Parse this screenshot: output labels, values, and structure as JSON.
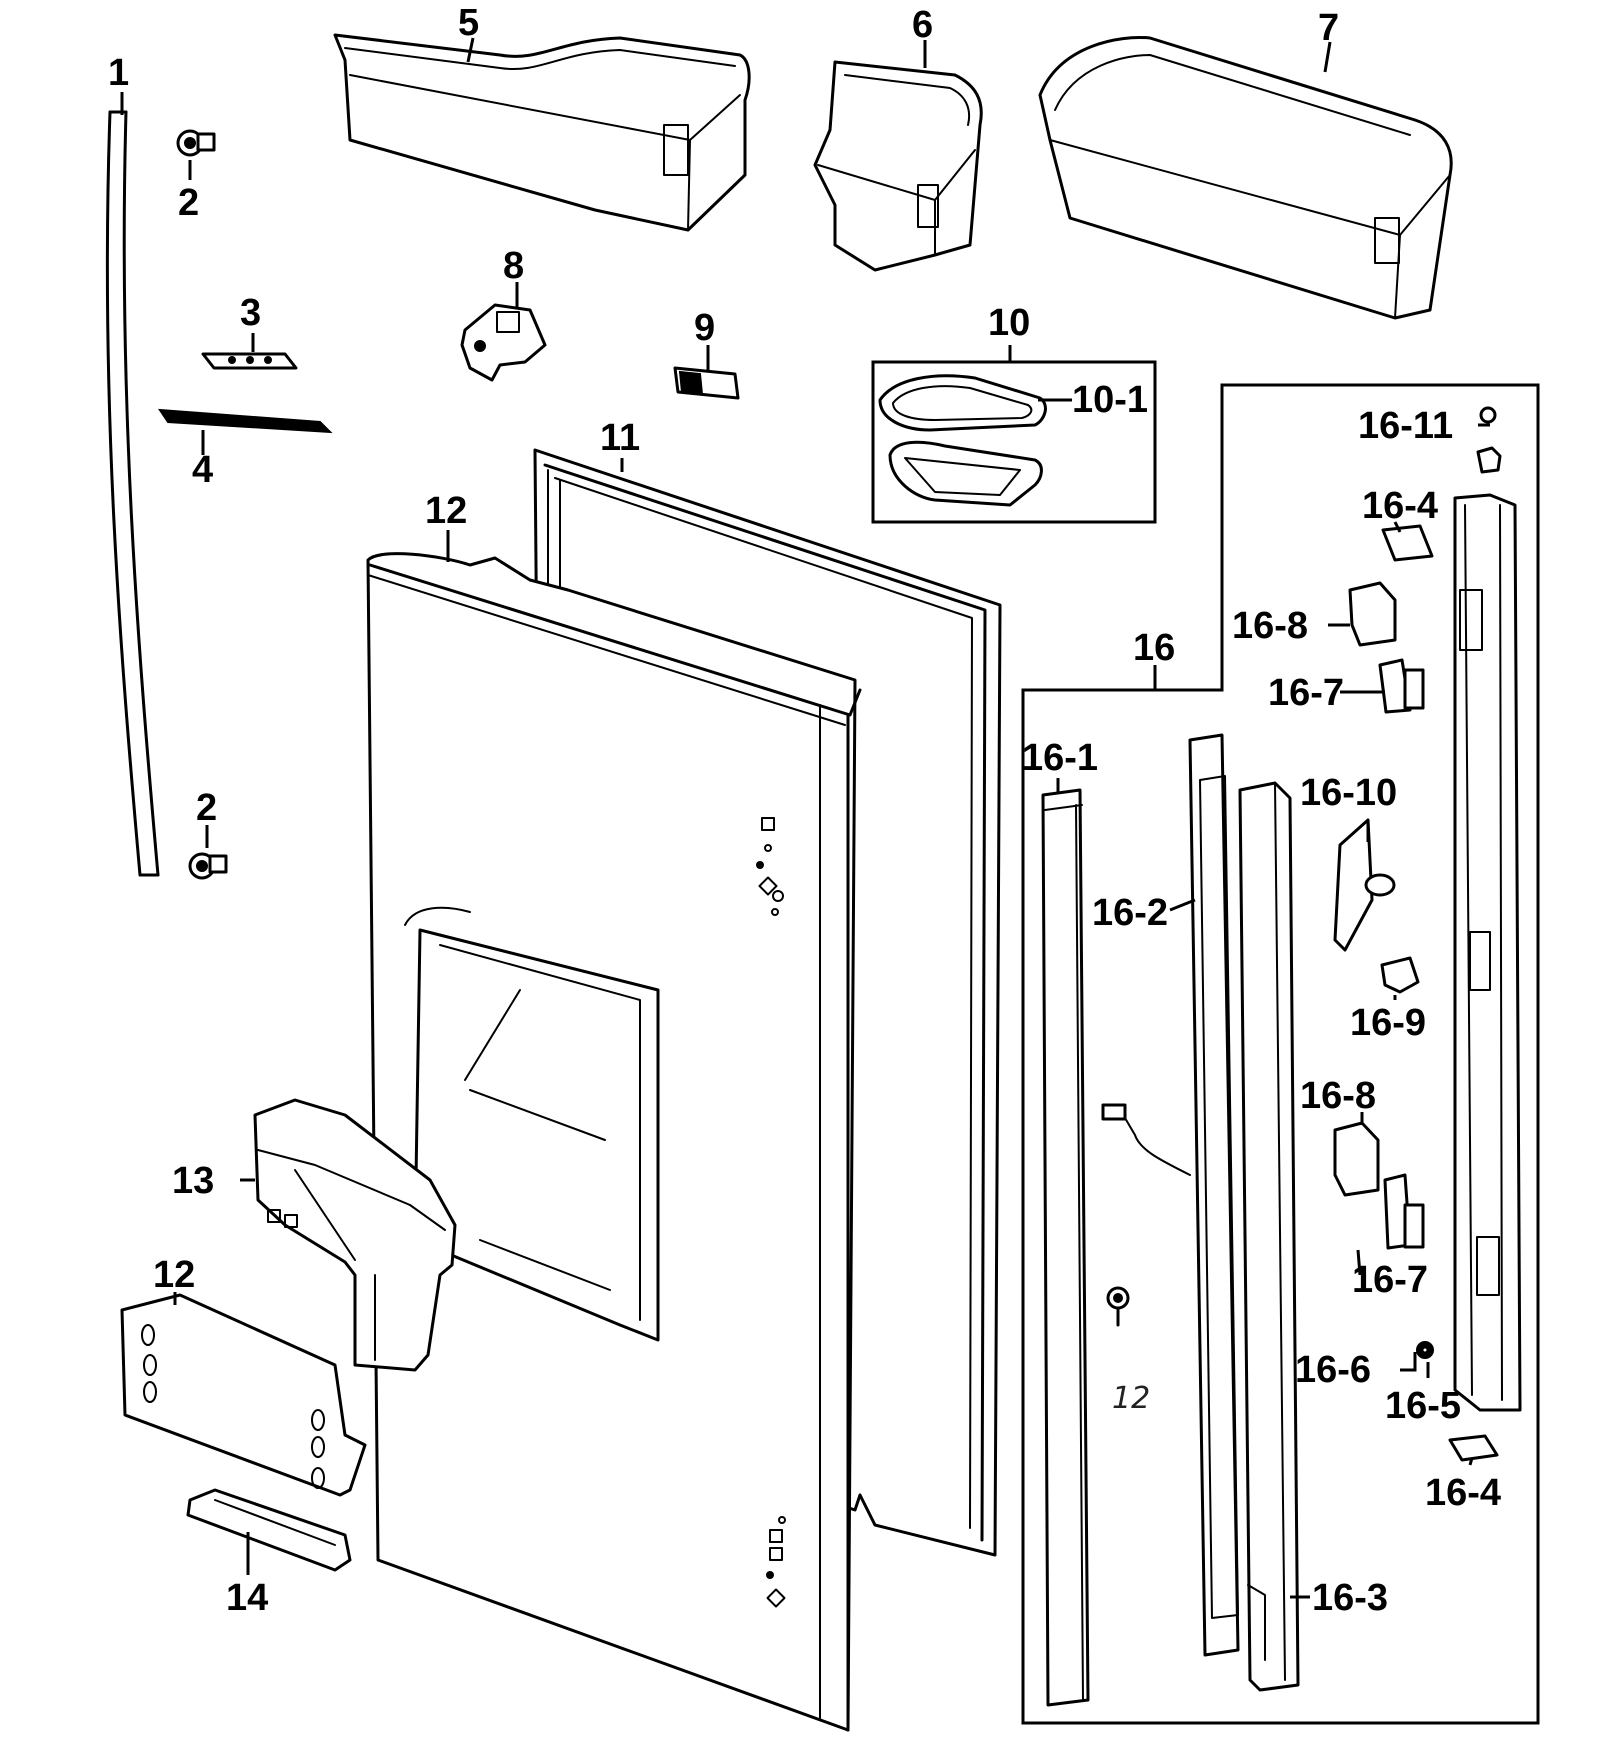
{
  "labels": [
    {
      "id": "1",
      "text": "1"
    },
    {
      "id": "2a",
      "text": "2"
    },
    {
      "id": "2b",
      "text": "2"
    },
    {
      "id": "3",
      "text": "3"
    },
    {
      "id": "4",
      "text": "4"
    },
    {
      "id": "5",
      "text": "5"
    },
    {
      "id": "6",
      "text": "6"
    },
    {
      "id": "7",
      "text": "7"
    },
    {
      "id": "8",
      "text": "8"
    },
    {
      "id": "9",
      "text": "9"
    },
    {
      "id": "10",
      "text": "10"
    },
    {
      "id": "10-1",
      "text": "10-1"
    },
    {
      "id": "11",
      "text": "11"
    },
    {
      "id": "12a",
      "text": "12"
    },
    {
      "id": "12b",
      "text": "12"
    },
    {
      "id": "13",
      "text": "13"
    },
    {
      "id": "14",
      "text": "14"
    },
    {
      "id": "16",
      "text": "16"
    },
    {
      "id": "16-1",
      "text": "16-1"
    },
    {
      "id": "16-2",
      "text": "16-2"
    },
    {
      "id": "16-3",
      "text": "16-3"
    },
    {
      "id": "16-4a",
      "text": "16-4"
    },
    {
      "id": "16-4b",
      "text": "16-4"
    },
    {
      "id": "16-5",
      "text": "16-5"
    },
    {
      "id": "16-6",
      "text": "16-6"
    },
    {
      "id": "16-7a",
      "text": "16-7"
    },
    {
      "id": "16-7b",
      "text": "16-7"
    },
    {
      "id": "16-8a",
      "text": "16-8"
    },
    {
      "id": "16-8b",
      "text": "16-8"
    },
    {
      "id": "16-9",
      "text": "16-9"
    },
    {
      "id": "16-10",
      "text": "16-10"
    },
    {
      "id": "16-11",
      "text": "16-11"
    }
  ],
  "handwritten_note": "12"
}
